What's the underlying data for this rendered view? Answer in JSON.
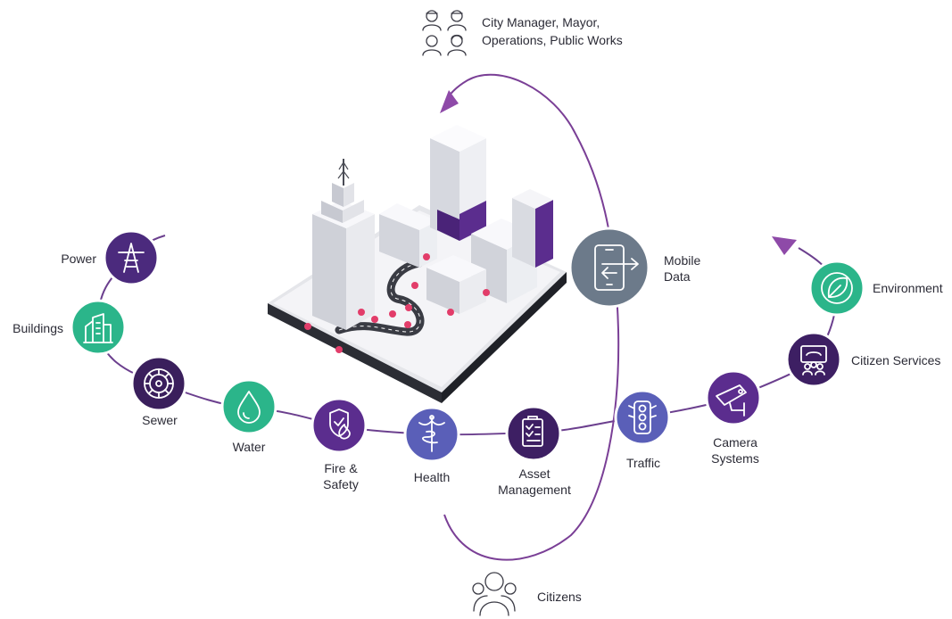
{
  "colors": {
    "purple_dark": "#3d1f63",
    "purple": "#5b2d8e",
    "violet": "#6b3fa0",
    "green": "#2bb58a",
    "blue": "#5a5fb8",
    "slate": "#6c7a8a",
    "flow_arrow": "#8e4aa8"
  },
  "stakeholders": {
    "managers_line1": "City Manager, Mayor,",
    "managers_line2": "Operations, Public Works",
    "citizens": "Citizens"
  },
  "nodes": [
    {
      "key": "power",
      "label": "Power",
      "icon": "power-tower-icon",
      "color": "#4b2a7d"
    },
    {
      "key": "buildings",
      "label": "Buildings",
      "icon": "buildings-icon",
      "color": "#2bb58a"
    },
    {
      "key": "sewer",
      "label": "Sewer",
      "icon": "sewer-grate-icon",
      "color": "#3a1f5c"
    },
    {
      "key": "water",
      "label": "Water",
      "icon": "water-drop-icon",
      "color": "#2bb58a"
    },
    {
      "key": "fire_safety",
      "label_line1": "Fire &",
      "label_line2": "Safety",
      "icon": "fire-shield-icon",
      "color": "#5b2d8e"
    },
    {
      "key": "health",
      "label": "Health",
      "icon": "caduceus-icon",
      "color": "#5a5fb8"
    },
    {
      "key": "asset_management",
      "label_line1": "Asset",
      "label_line2": "Management",
      "icon": "clipboard-icon",
      "color": "#3d1f63"
    },
    {
      "key": "traffic",
      "label": "Traffic",
      "icon": "traffic-light-icon",
      "color": "#5a5fb8"
    },
    {
      "key": "camera_systems",
      "label_line1": "Camera",
      "label_line2": "Systems",
      "icon": "security-camera-icon",
      "color": "#5b2d8e"
    },
    {
      "key": "citizen_services",
      "label": "Citizen Services",
      "icon": "citizen-group-icon",
      "color": "#3d1f63"
    },
    {
      "key": "environment",
      "label": "Environment",
      "icon": "leaf-icon",
      "color": "#2bb58a"
    }
  ],
  "mobile_data": {
    "label_line1": "Mobile",
    "label_line2": "Data",
    "icon": "mobile-transfer-icon",
    "color": "#6c7a8a"
  }
}
